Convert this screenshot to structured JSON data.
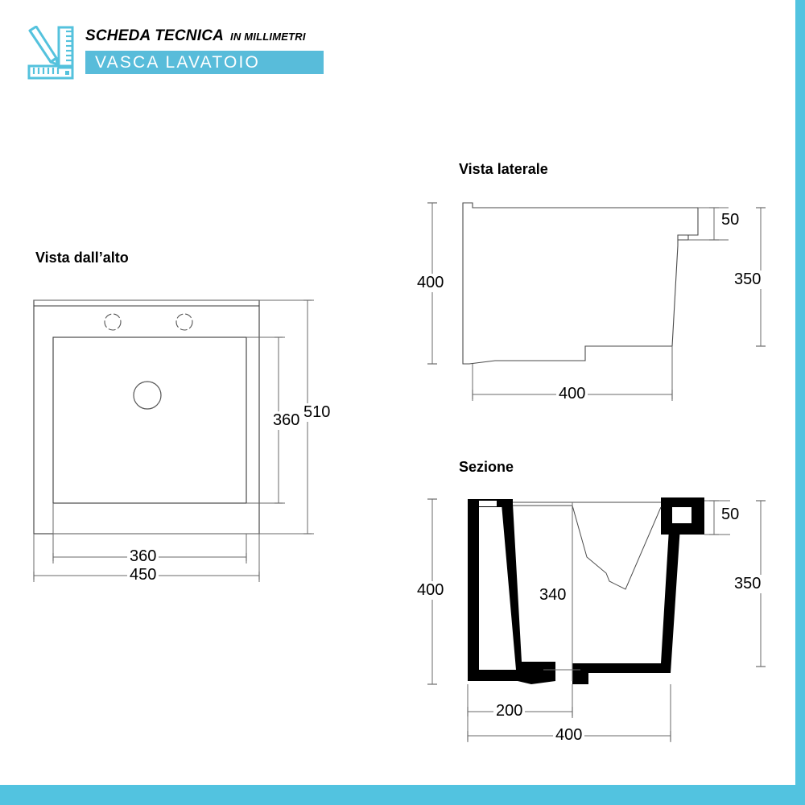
{
  "header": {
    "logo_icon": "pencil-and-square-ruler-icon",
    "title_main": "SCHEDA TECNICA",
    "title_sub": "IN MILLIMETRI",
    "subtitle": "VASCA  LAVATOIO",
    "band_color": "#58bcda",
    "accent_color": "#52c3e0"
  },
  "views": {
    "top": {
      "caption": "Vista dall’alto",
      "dimensions": {
        "outer_width": "450",
        "inner_width": "360",
        "outer_height": "510",
        "inner_height": "360"
      },
      "features": {
        "tap_holes": 2,
        "drain_holes": 1
      }
    },
    "side": {
      "caption": "Vista laterale",
      "dimensions": {
        "height_total": "400",
        "height_bowl": "350",
        "rim_thickness": "50",
        "depth": "400"
      }
    },
    "section": {
      "caption": "Sezione",
      "dimensions": {
        "height_total": "400",
        "height_bowl": "350",
        "rim_thickness": "50",
        "inner_depth": "340",
        "base_width": "200",
        "depth": "400"
      }
    }
  },
  "units_note": "IN MILLIMETRI"
}
